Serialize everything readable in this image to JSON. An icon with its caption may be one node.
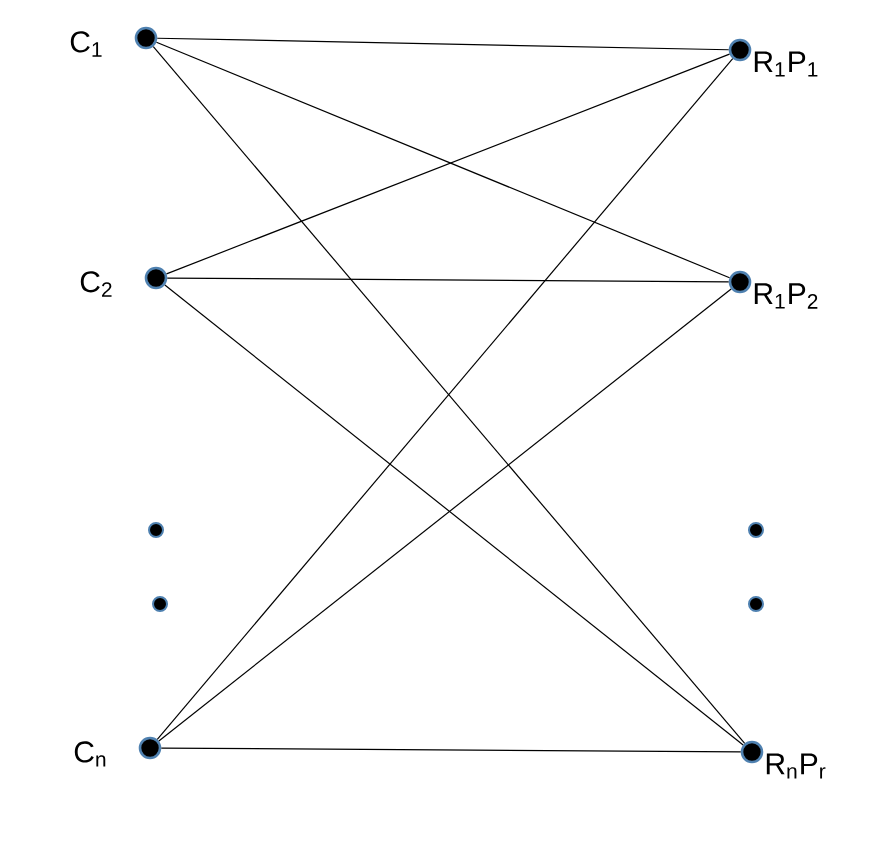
{
  "diagram": {
    "nodes": [
      {
        "text": [],
        "shape": "circle",
        "beside": [
          "C$_{1}$"
        ]
      },
      {
        "text": [],
        "shape": "circle",
        "beside": [
          "C$_{2}$"
        ]
      },
      {
        "text": [],
        "shape": "circle",
        "beside": [
          "C$_{n}$"
        ]
      },
      {
        "text": [],
        "shape": "circle",
        "beside": [
          "R$_{1}$P$_{1}$"
        ]
      },
      {
        "text": [],
        "shape": "circle",
        "beside": [
          "R$_{1}$P$_{2}$"
        ]
      },
      {
        "text": [],
        "shape": "circle",
        "beside": [
          "R$_{n}$P$_{r}$"
        ]
      }
    ],
    "edges": [
      {
        "from": 0,
        "to": 3,
        "arrow": "none"
      },
      {
        "from": 0,
        "to": 4,
        "arrow": "none"
      },
      {
        "from": 0,
        "to": 5,
        "arrow": "none"
      },
      {
        "from": 1,
        "to": 3,
        "arrow": "none"
      },
      {
        "from": 1,
        "to": 4,
        "arrow": "none"
      },
      {
        "from": 1,
        "to": 5,
        "arrow": "none"
      },
      {
        "from": 2,
        "to": 3,
        "arrow": "none"
      },
      {
        "from": 2,
        "to": 4,
        "arrow": "none"
      },
      {
        "from": 2,
        "to": 5,
        "arrow": "none"
      }
    ]
  }
}
